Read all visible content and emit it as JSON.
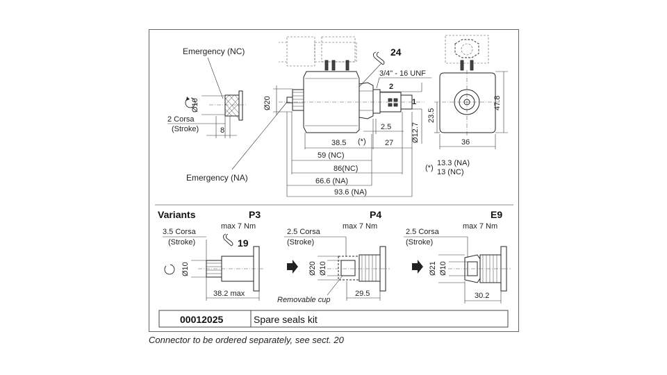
{
  "labels": {
    "emergency_nc": "Emergency (NC)",
    "emergency_na": "Emergency (NA)",
    "wrench_size_main": "24",
    "thread": "3/4\" - 16 UNF",
    "port_2": "2",
    "port_1": "1",
    "variants": "Variants",
    "removable_cup": "Removable cup"
  },
  "dims": {
    "d10_top": "Ø10",
    "corsa_top": "2 Corsa",
    "stroke_top": "(Stroke)",
    "eight": "8",
    "d20": "Ø20",
    "d12_7": "Ø12.7",
    "two_five": "2.5",
    "star": "(*)",
    "d38_5": "38.5",
    "d27": "27",
    "d59": "59 (NC)",
    "d86": "86(NC)",
    "d66_6": "66.6 (NA)",
    "d93_6": "93.6 (NA)",
    "note_star": "(*)",
    "note_na": "13.3 (NA)",
    "note_nc": "13 (NC)",
    "d23_5": "23.5",
    "d47_8": "47.8",
    "d36": "36"
  },
  "variants": {
    "p3": {
      "name": "P3",
      "corsa": "3.5 Corsa",
      "stroke": "(Stroke)",
      "torque": "max 7 Nm",
      "wrench": "19",
      "dia": "Ø10",
      "len": "38.2 max"
    },
    "p4": {
      "name": "P4",
      "corsa": "2.5 Corsa",
      "stroke": "(Stroke)",
      "torque": "max 7 Nm",
      "dia_outer": "Ø20",
      "dia_inner": "Ø10",
      "len": "29.5"
    },
    "e9": {
      "name": "E9",
      "corsa": "2.5 Corsa",
      "stroke": "(Stroke)",
      "torque": "max 7 Nm",
      "dia_outer": "Ø21",
      "dia_inner": "Ø10",
      "len": "30.2"
    }
  },
  "kit": {
    "code": "00012025",
    "description": "Spare seals kit"
  },
  "caption": "Connector to be ordered separately,  see sect. 20"
}
